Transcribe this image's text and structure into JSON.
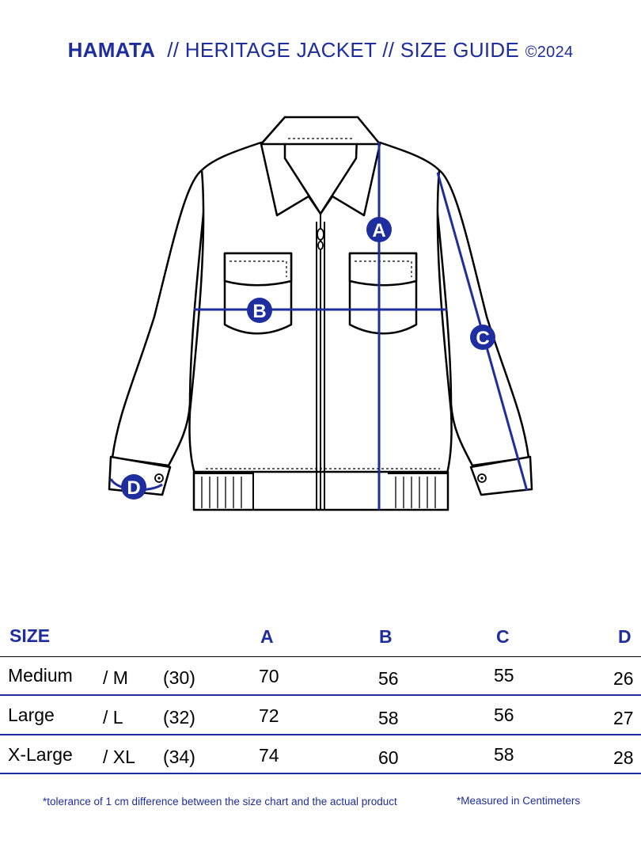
{
  "header": {
    "brand": "HAMATA",
    "product": "// HERITAGE JACKET // SIZE GUIDE",
    "copyright": "©2024"
  },
  "diagram": {
    "markers": [
      "A",
      "B",
      "C",
      "D"
    ],
    "accent": "#1f2e9e"
  },
  "table": {
    "headers": {
      "size": "SIZE",
      "a": "A",
      "b": "B",
      "c": "C",
      "d": "D"
    },
    "rows": [
      {
        "name": "Medium",
        "code": "/ M",
        "num": "(30)",
        "a": "70",
        "b": "56",
        "c": "55",
        "d": "26"
      },
      {
        "name": "Large",
        "code": "/ L",
        "num": "(32)",
        "a": "72",
        "b": "58",
        "c": "56",
        "d": "27"
      },
      {
        "name": "X-Large",
        "code": "/ XL",
        "num": "(34)",
        "a": "74",
        "b": "60",
        "c": "58",
        "d": "28"
      }
    ]
  },
  "footer": {
    "tolerance": "*tolerance of 1 cm difference between the size chart and the actual product",
    "units": "*Measured in Centimeters"
  }
}
